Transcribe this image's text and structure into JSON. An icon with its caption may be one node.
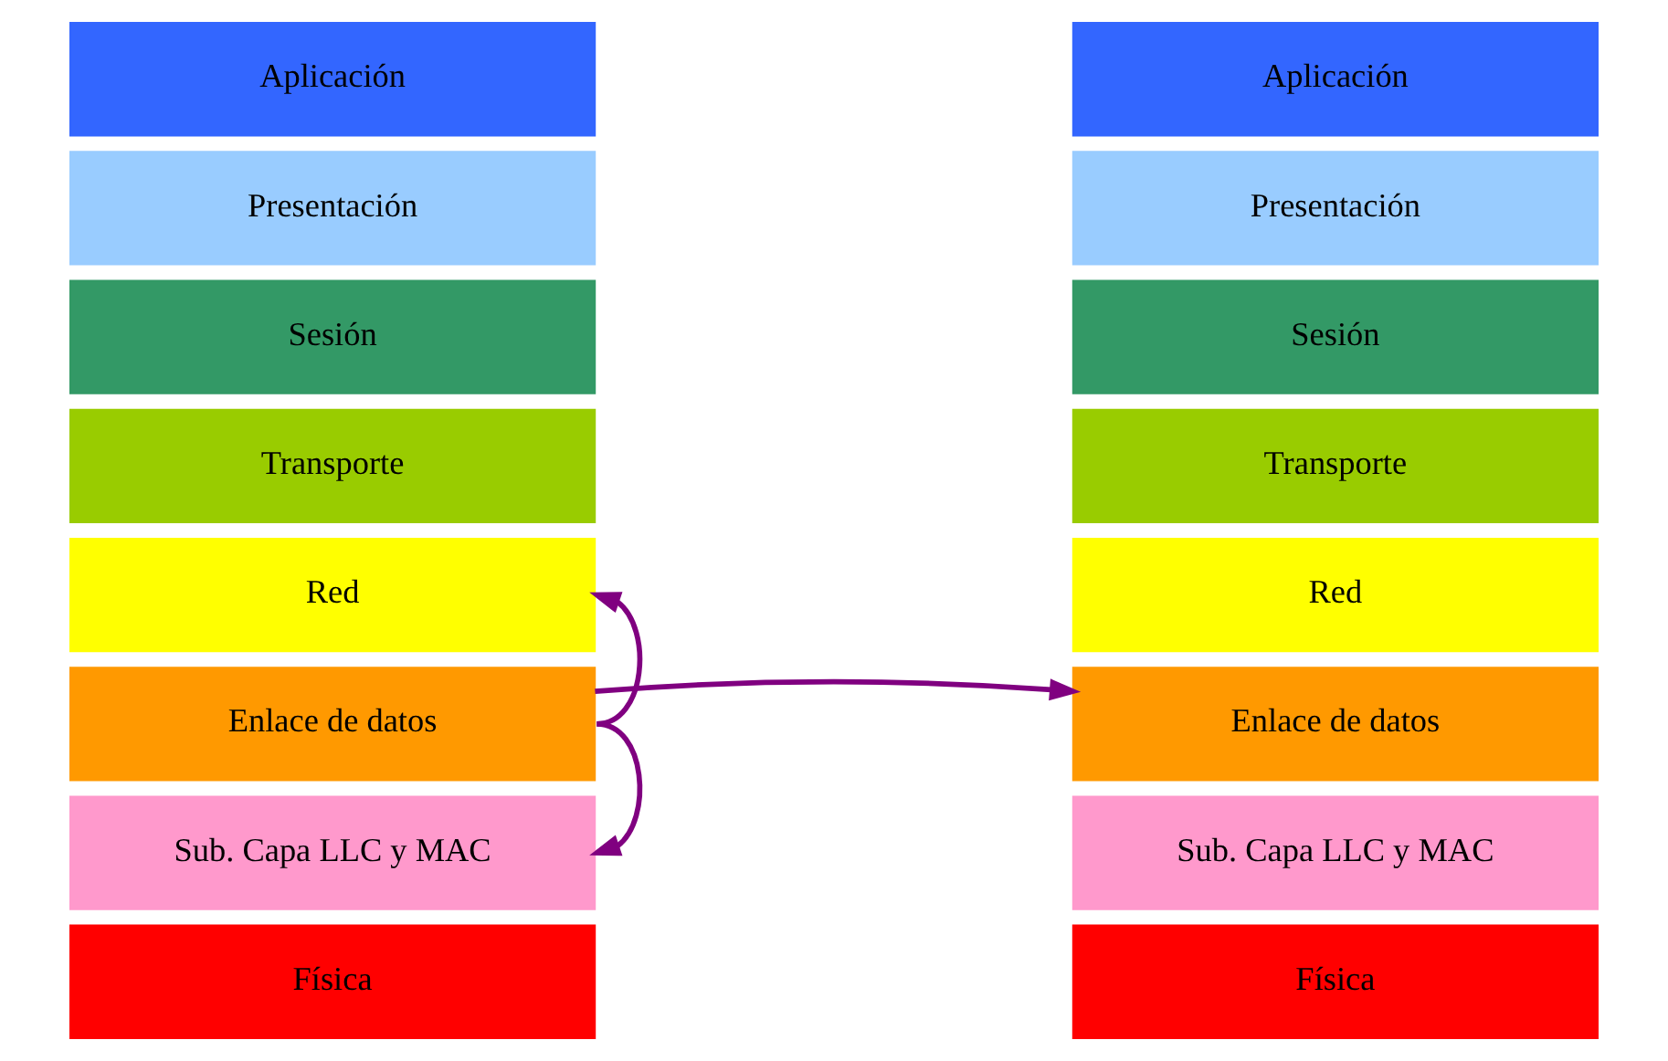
{
  "diagram": {
    "nodes": [
      {
        "text": [
          "Aplicación"
        ]
      },
      {
        "text": [
          "Presentación"
        ]
      },
      {
        "text": [
          "Sesión"
        ]
      },
      {
        "text": [
          "Transporte"
        ]
      },
      {
        "text": [
          "Red"
        ]
      },
      {
        "text": [
          "Enlace de datos"
        ]
      },
      {
        "text": [
          "Sub. Capa LLC y MAC"
        ]
      },
      {
        "text": [
          "Física"
        ]
      },
      {
        "text": [
          "Aplicación"
        ]
      },
      {
        "text": [
          "Presentación"
        ]
      },
      {
        "text": [
          "Sesión"
        ]
      },
      {
        "text": [
          "Transporte"
        ]
      },
      {
        "text": [
          "Red"
        ]
      },
      {
        "text": [
          "Enlace de datos"
        ]
      },
      {
        "text": [
          "Sub. Capa LLC y MAC"
        ]
      },
      {
        "text": [
          "Física"
        ]
      }
    ],
    "edges": [
      {
        "from": 5,
        "to": 4,
        "arrow": "to"
      },
      {
        "from": 5,
        "to": 6,
        "arrow": "to"
      },
      {
        "from": 5,
        "to": 13,
        "arrow": "to"
      }
    ]
  }
}
